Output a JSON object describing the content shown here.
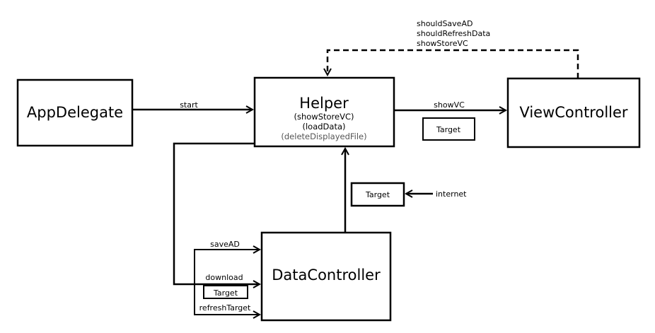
{
  "nodes": {
    "app_delegate": {
      "label": "AppDelegate"
    },
    "helper": {
      "label": "Helper",
      "methods": [
        "(showStoreVC)",
        "(loadData)",
        "(deleteDisplayedFile)"
      ]
    },
    "view_controller": {
      "label": "ViewController"
    },
    "data_controller": {
      "label": "DataController"
    }
  },
  "edges": {
    "start": "start",
    "show_vc": "showVC",
    "callbacks": [
      "shouldSaveAD",
      "shouldRefreshData",
      "showStoreVC"
    ],
    "internet": "internet",
    "save_ad": "saveAD",
    "download": "download",
    "refresh_target": "refreshTarget"
  },
  "target_boxes": {
    "show_vc_target": "Target",
    "internet_target": "Target",
    "download_target": "Target"
  }
}
